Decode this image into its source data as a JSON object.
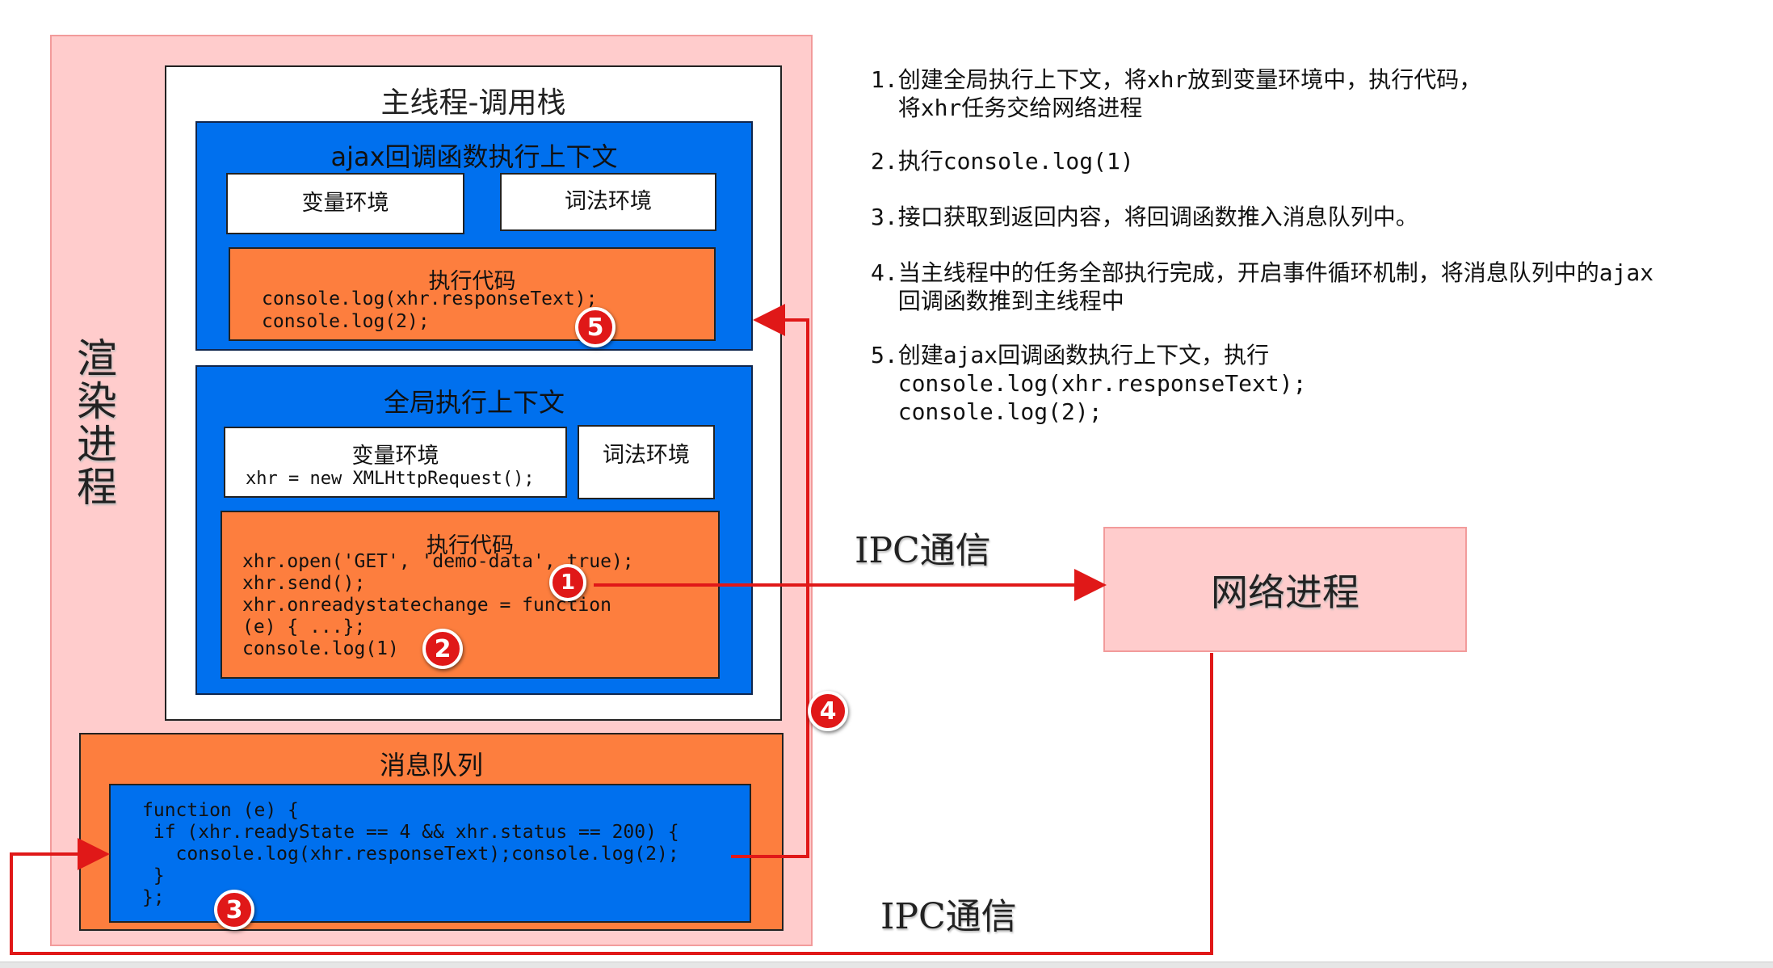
{
  "render_process": {
    "label": "渲染进程"
  },
  "main_thread": {
    "title": "主线程-调用栈"
  },
  "ajax_context": {
    "title": "ajax回调函数执行上下文",
    "var_env": "变量环境",
    "lex_env": "词法环境",
    "exec_title": "执行代码",
    "code": "console.log(xhr.responseText);\nconsole.log(2);"
  },
  "global_context": {
    "title": "全局执行上下文",
    "var_env": "变量环境",
    "var_env_code": "xhr = new XMLHttpRequest();",
    "lex_env": "词法环境",
    "exec_title": "执行代码",
    "code": "xhr.open('GET', 'demo-data', true);\nxhr.send();\nxhr.onreadystatechange = function\n(e) { ...};\nconsole.log(1)"
  },
  "message_queue": {
    "title": "消息队列",
    "code": "function (e) {\n if (xhr.readyState == 4 && xhr.status == 200) {\n   console.log(xhr.responseText);console.log(2);\n }\n};"
  },
  "network_process": {
    "label": "网络进程"
  },
  "ipc_labels": [
    "IPC通信",
    "IPC通信"
  ],
  "badges": [
    "1",
    "2",
    "3",
    "4",
    "5"
  ],
  "steps": [
    "1.创建全局执行上下文，将xhr放到变量环境中，执行代码，\n  将xhr任务交给网络进程",
    "2.执行console.log(1)",
    "3.接口获取到返回内容，将回调函数推入消息队列中。",
    "4.当主线程中的任务全部执行完成，开启事件循环机制，将消息队列中的ajax\n  回调函数推到主线程中",
    "5.创建ajax回调函数执行上下文，执行\n  console.log(xhr.responseText);\n  console.log(2);"
  ],
  "colors": {
    "arrow": "#e01818",
    "context_blue": "#0070ee",
    "exec_orange": "#fd7e3e",
    "process_pink": "#ffcccc"
  }
}
